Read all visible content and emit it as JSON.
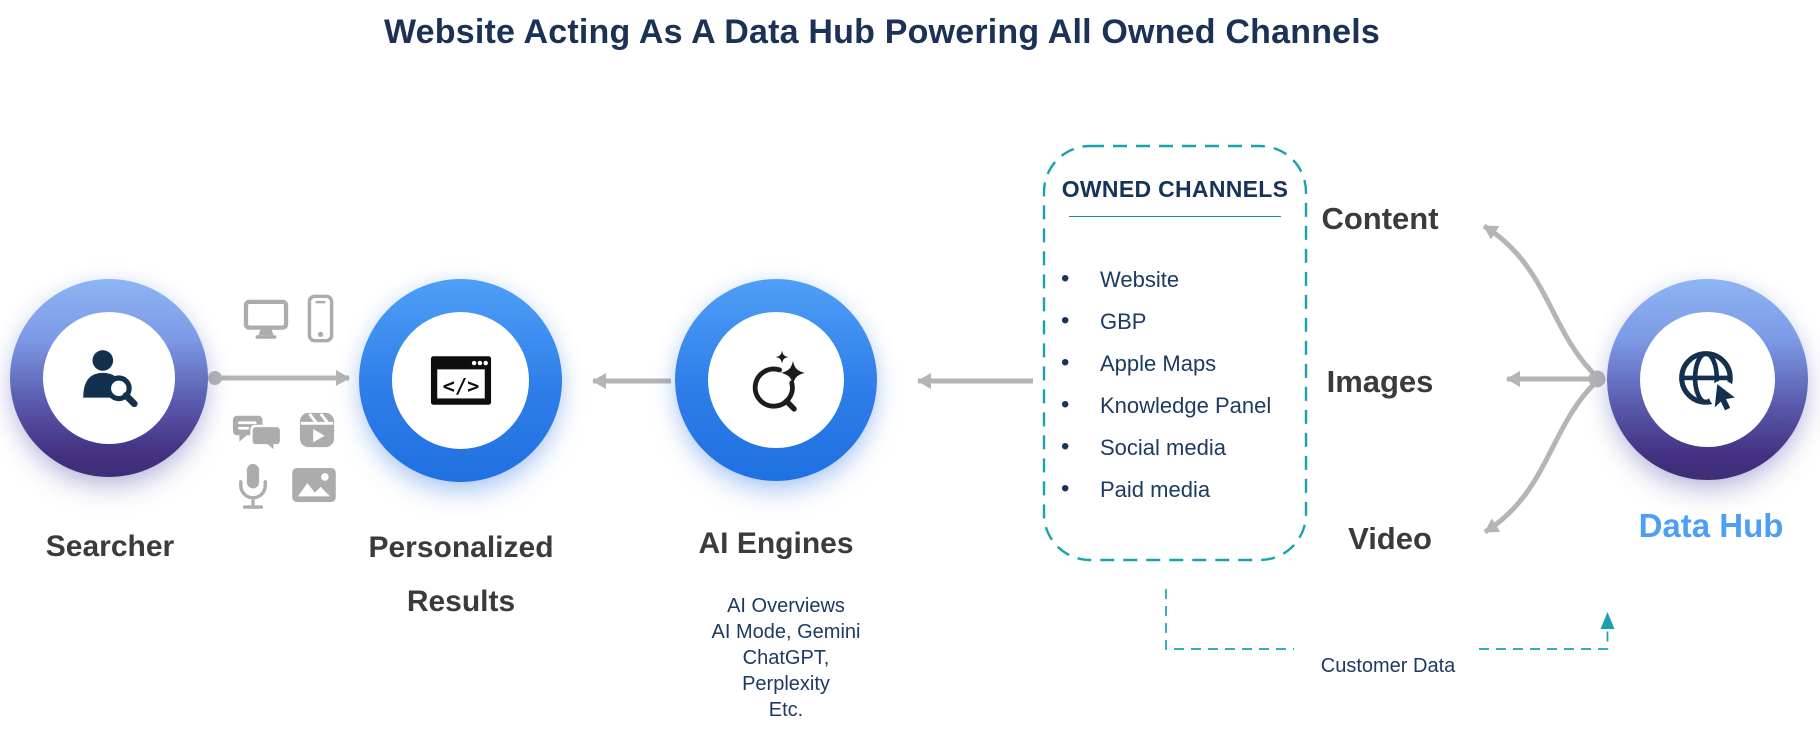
{
  "title": "Website Acting As A Data Hub Powering All Owned Channels",
  "nodes": {
    "searcher": {
      "label": "Searcher",
      "icon": "person-search-icon"
    },
    "personalized_results": {
      "label_lines": [
        "Personalized",
        "Results"
      ],
      "icon": "browser-code-icon"
    },
    "ai_engines": {
      "label": "AI Engines",
      "icon": "ai-sparkle-search-icon",
      "sublines": [
        "AI Overviews",
        "AI Mode, Gemini",
        "ChatGPT,",
        "Perplexity",
        "Etc."
      ]
    },
    "data_hub": {
      "label": "Data Hub",
      "icon": "globe-cursor-icon"
    }
  },
  "owned_channels": {
    "heading": "OWNED CHANNELS",
    "items": [
      "Website",
      "GBP",
      "Apple Maps",
      "Knowledge Panel",
      "Social media",
      "Paid media"
    ]
  },
  "outputs": [
    "Content",
    "Images",
    "Video"
  ],
  "customer_data_label": "Customer Data",
  "device_icons": [
    "monitor-icon",
    "smartphone-icon",
    "chat-bubbles-icon",
    "reels-video-icon",
    "microphone-icon",
    "image-photo-icon"
  ],
  "colors": {
    "title_navy": "#1b3156",
    "body_navy": "#1d3a60",
    "label_charcoal": "#3b3b3d",
    "accent_blue": "#4d9ef5",
    "teal": "#17a2ae",
    "arrow_gray": "#b5b5b5",
    "ring_blue_top": "#4f9ff7",
    "ring_blue_bottom": "#1f70e1",
    "ring_purple_top": "#8db5f4",
    "ring_purple_bottom": "#3f2d76"
  }
}
